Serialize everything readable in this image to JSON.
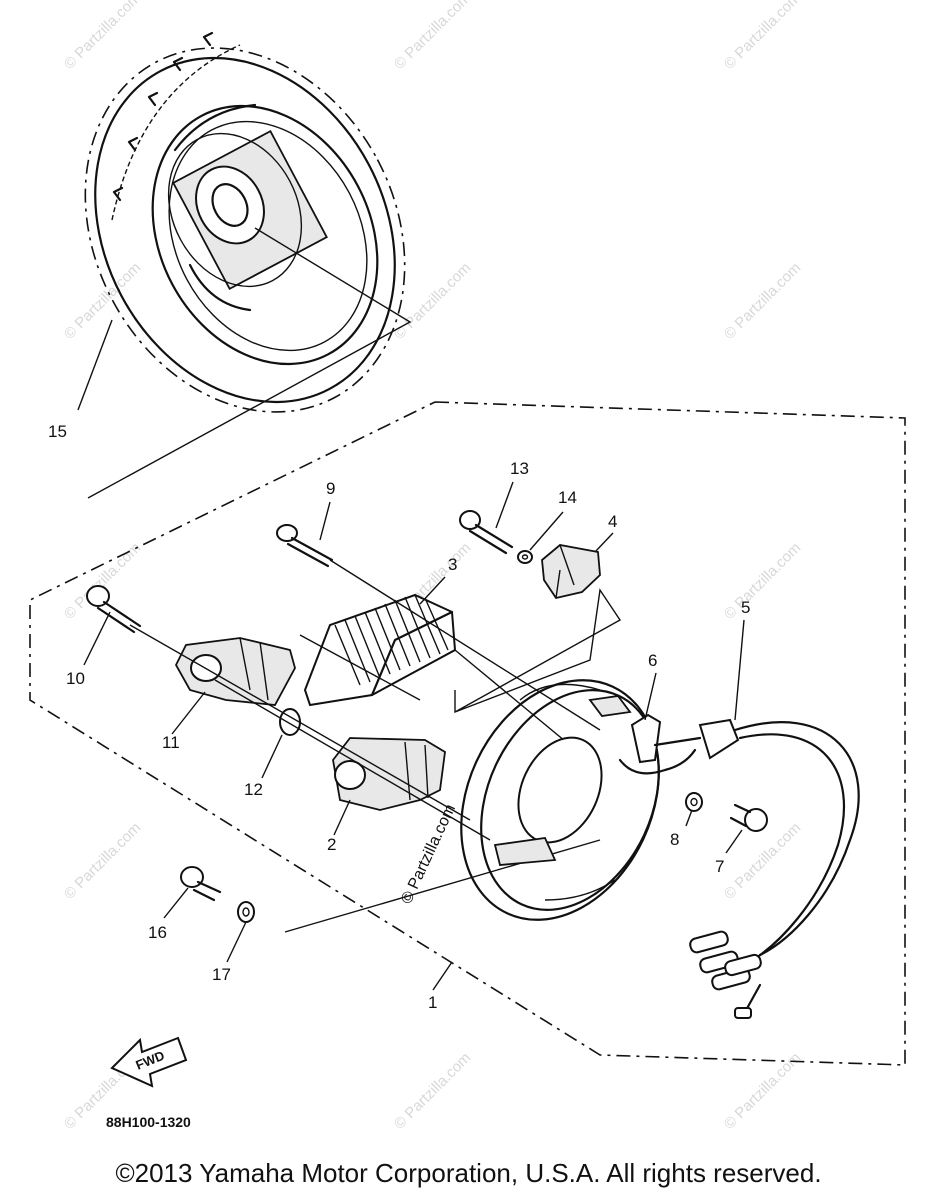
{
  "callouts": [
    "1",
    "2",
    "3",
    "4",
    "5",
    "6",
    "7",
    "8",
    "9",
    "10",
    "11",
    "12",
    "13",
    "14",
    "15",
    "16",
    "17"
  ],
  "watermark": "© Partzilla.com",
  "fwd_label": "FWD",
  "diagram_code": "88H100-1320",
  "copyright": "©2013 Yamaha Motor Corporation, U.S.A. All rights reserved."
}
